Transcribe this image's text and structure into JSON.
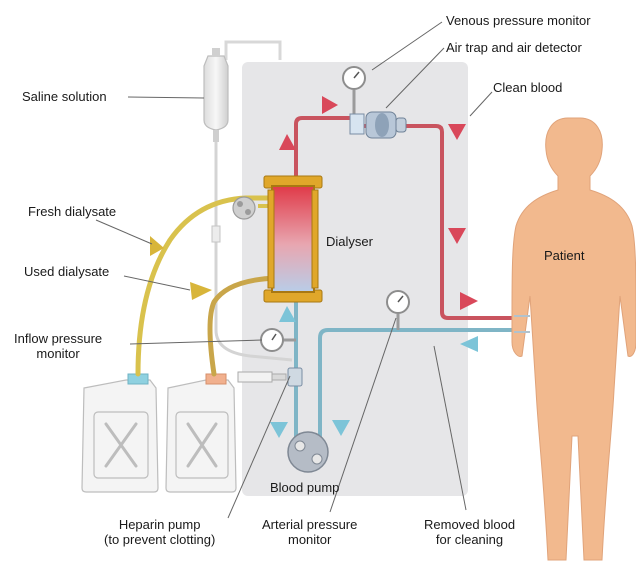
{
  "labels": {
    "venous_pressure_monitor": "Venous pressure monitor",
    "air_trap": "Air trap and air detector",
    "clean_blood": "Clean blood",
    "saline_solution": "Saline solution",
    "fresh_dialysate": "Fresh dialysate",
    "dialyser": "Dialyser",
    "patient": "Patient",
    "used_dialysate": "Used dialysate",
    "inflow_pressure_monitor_line1": "Inflow pressure",
    "inflow_pressure_monitor_line2": "monitor",
    "blood_pump": "Blood pump",
    "heparin_pump_line1": "Heparin pump",
    "heparin_pump_line2": "(to prevent clotting)",
    "arterial_pressure_monitor_line1": "Arterial pressure",
    "arterial_pressure_monitor_line2": "monitor",
    "removed_blood_line1": "Removed blood",
    "removed_blood_line2": "for cleaning"
  },
  "colors": {
    "machine_panel": "#e6e6e8",
    "clean_blood_tube": "#c9545f",
    "removed_blood_tube": "#7fb5c6",
    "dialysate_tube": "#d9c24d",
    "used_dialysate_tube": "#c9a64a",
    "dialyser_frame": "#e0a72a",
    "patient_skin": "#f2b98e",
    "arrow_red": "#d9485a",
    "arrow_blue": "#7cc4d8",
    "arrow_yellow": "#d8b53a"
  }
}
